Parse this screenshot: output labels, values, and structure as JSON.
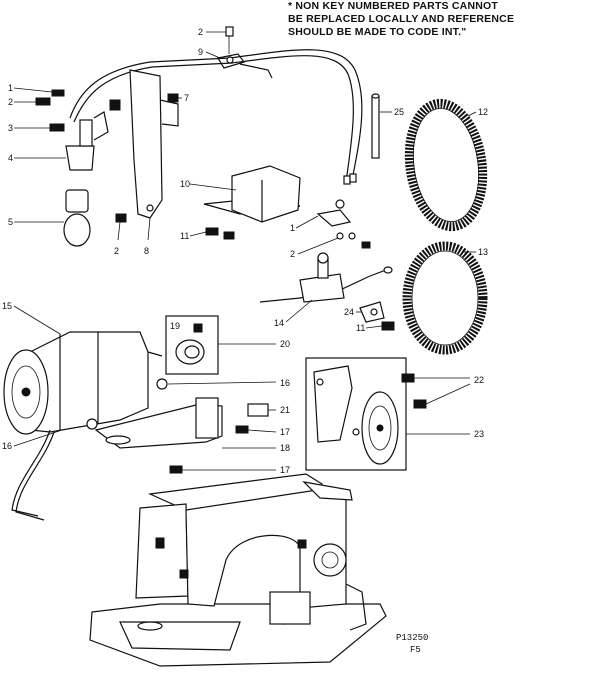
{
  "note_lines": [
    "* NON KEY NUMBERED PARTS CANNOT",
    "BE REPLACED LOCALLY AND REFERENCE",
    "SHOULD BE MADE TO CODE INT.\""
  ],
  "drawing_code": "P13250",
  "drawing_sub": "F5",
  "callouts": {
    "c1": "1",
    "c2": "2",
    "c3": "3",
    "c4": "4",
    "c5": "5",
    "c2b": "2",
    "c8": "8",
    "c7": "7",
    "c9": "9",
    "c2c": "2",
    "c10": "10",
    "c11": "11",
    "c1b": "1",
    "c2d": "2",
    "c14": "14",
    "c24": "24",
    "c11b": "11",
    "c25": "25",
    "c12": "12",
    "c13": "13",
    "c15": "15",
    "c19": "19",
    "c20": "20",
    "c16": "16",
    "c16b": "16",
    "c21": "21",
    "c17": "17",
    "c18": "18",
    "c17b": "17",
    "c22": "22",
    "c23": "23"
  }
}
